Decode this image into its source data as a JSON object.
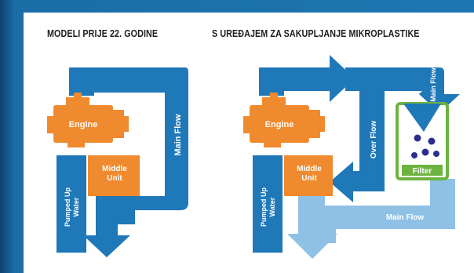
{
  "titles": {
    "left": "MODELI PRIJE 22. GODINE",
    "right": "S UREĐAJEM ZA SAKUPLJANJE MIKROPLASTIKE"
  },
  "left_diagram": {
    "engine": "Engine",
    "middle_unit_line1": "Middle",
    "middle_unit_line2": "Unit",
    "pumped_line1": "Pumped Up",
    "pumped_line2": "Water",
    "main_flow": "Main Flow"
  },
  "right_diagram": {
    "engine": "Engine",
    "middle_unit_line1": "Middle",
    "middle_unit_line2": "Unit",
    "pumped_line1": "Pumped Up",
    "pumped_line2": "Water",
    "over_flow": "Over Flow",
    "main_flow_vertical": "Main Flow",
    "filter": "Filter",
    "main_flow_horizontal": "Main Flow"
  },
  "colors": {
    "dark_blue": "#1f78b8",
    "light_blue": "#8fc1e6",
    "orange": "#ef8a2e",
    "green": "#6cb33f",
    "particle": "#2b2f8c"
  }
}
